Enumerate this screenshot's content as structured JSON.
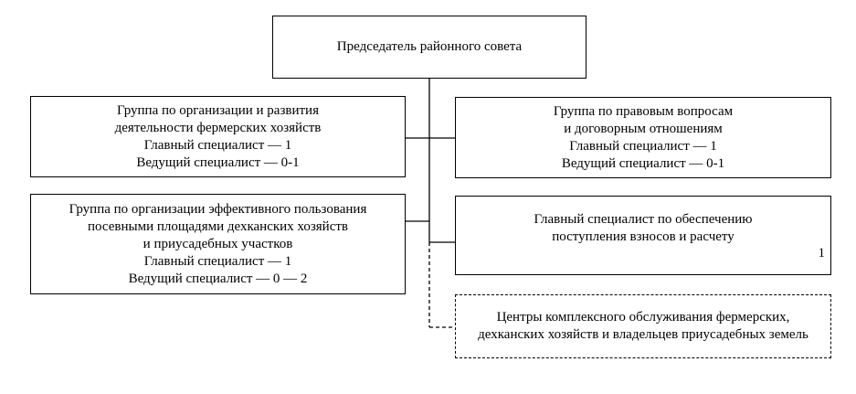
{
  "diagram": {
    "chair": {
      "lines": [
        "Председатель районного совета"
      ]
    },
    "group_farms": {
      "lines": [
        "Группа по организации и развития",
        "деятельности фермерских хозяйств",
        "Главный специалист — 1",
        "Ведущий специалист — 0-1"
      ]
    },
    "group_legal": {
      "lines": [
        "Группа по правовым вопросам",
        "и договорным отношениям",
        "Главный специалист — 1",
        "Ведущий специалист — 0-1"
      ]
    },
    "group_land": {
      "lines": [
        "Группа по организации эффективного пользования",
        "посевными площадями дехканских хозяйств",
        "и приусадебных участков",
        "Главный специалист — 1",
        "Ведущий специалист — 0 — 2"
      ]
    },
    "chief_fees": {
      "lines": [
        "Главный специалист по обеспечению",
        "поступления взносов и расчету"
      ],
      "count": "1"
    },
    "service_centers": {
      "lines": [
        "Центры комплексного обслуживания фермерских,",
        "дехканских хозяйств и владельцев приусадебных земель"
      ]
    }
  }
}
